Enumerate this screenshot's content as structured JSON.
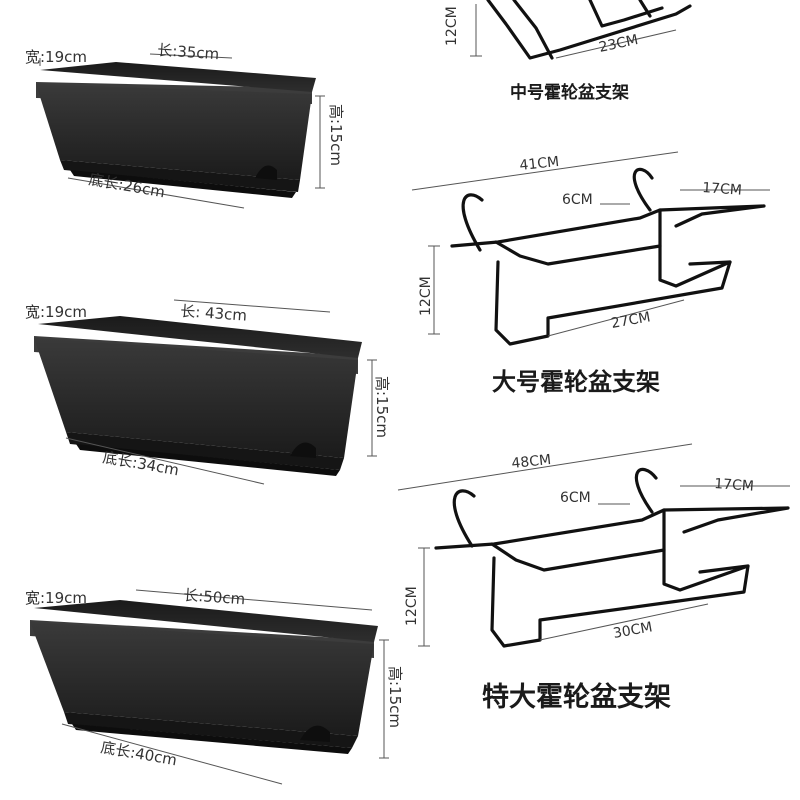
{
  "planters": [
    {
      "width_label": "宽:19cm",
      "length_label": "长:35cm",
      "height_label": "高:15cm",
      "base_label": "底长:26cm"
    },
    {
      "width_label": "宽:19cm",
      "length_label": "长: 43cm",
      "height_label": "高:15cm",
      "base_label": "底长:34cm"
    },
    {
      "width_label": "宽:19cm",
      "length_label": "长:50cm",
      "height_label": "高:15cm",
      "base_label": "底长:40cm"
    }
  ],
  "brackets": [
    {
      "caption": "中号霍轮盆支架",
      "height_label": "12CM",
      "bottom_label": "23CM"
    },
    {
      "caption": "大号霍轮盆支架",
      "height_label": "12CM",
      "bottom_label": "27CM",
      "top_label": "41CM",
      "hook_label": "6CM",
      "depth_label": "17CM"
    },
    {
      "caption": "特大霍轮盆支架",
      "height_label": "12CM",
      "bottom_label": "30CM",
      "top_label": "48CM",
      "hook_label": "6CM",
      "depth_label": "17CM"
    }
  ],
  "colors": {
    "planter": "#2a2a2a",
    "planter_rim": "#3a3a3a",
    "frame": "#111111"
  }
}
